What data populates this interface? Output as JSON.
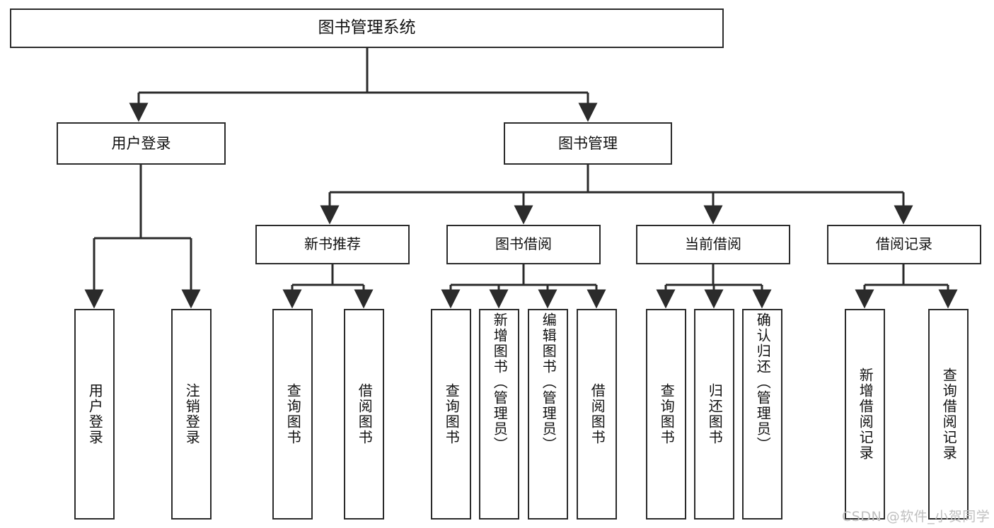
{
  "diagram": {
    "title": "图书管理系统",
    "type": "tree",
    "orientation": "top-down",
    "colors": {
      "box_stroke": "#2b2b2b",
      "box_fill": "#ffffff",
      "edge": "#2b2b2b",
      "text": "#111111",
      "watermark": "#bfbfbf"
    },
    "root": {
      "id": "root",
      "label": "图书管理系统"
    },
    "level1": [
      {
        "id": "user-login",
        "label": "用户登录"
      },
      {
        "id": "book-manage",
        "label": "图书管理"
      }
    ],
    "level2": [
      {
        "id": "new-book-rec",
        "label": "新书推荐",
        "parent": "book-manage"
      },
      {
        "id": "book-borrow",
        "label": "图书借阅",
        "parent": "book-manage"
      },
      {
        "id": "current-borrow",
        "label": "当前借阅",
        "parent": "book-manage"
      },
      {
        "id": "borrow-record",
        "label": "借阅记录",
        "parent": "book-manage"
      }
    ],
    "leaves": [
      {
        "id": "leaf-user-login",
        "label": "用户登录",
        "parent": "user-login"
      },
      {
        "id": "leaf-logout",
        "label": "注销登录",
        "parent": "user-login"
      },
      {
        "id": "leaf-query-book-1",
        "label": "查询图书",
        "parent": "new-book-rec"
      },
      {
        "id": "leaf-borrow-book-1",
        "label": "借阅图书",
        "parent": "new-book-rec"
      },
      {
        "id": "leaf-query-book-2",
        "label": "查询图书",
        "parent": "book-borrow"
      },
      {
        "id": "leaf-add-book",
        "label": "新增图书（管理员）",
        "parent": "book-borrow"
      },
      {
        "id": "leaf-edit-book",
        "label": "编辑图书（管理员）",
        "parent": "book-borrow"
      },
      {
        "id": "leaf-borrow-book-2",
        "label": "借阅图书",
        "parent": "book-borrow"
      },
      {
        "id": "leaf-query-book-3",
        "label": "查询图书",
        "parent": "current-borrow"
      },
      {
        "id": "leaf-return-book",
        "label": "归还图书",
        "parent": "current-borrow"
      },
      {
        "id": "leaf-confirm-return",
        "label": "确认归还（管理员）",
        "parent": "current-borrow"
      },
      {
        "id": "leaf-add-record",
        "label": "新增借阅记录",
        "parent": "borrow-record"
      },
      {
        "id": "leaf-query-record",
        "label": "查询借阅记录",
        "parent": "borrow-record"
      }
    ]
  },
  "watermark": {
    "text": "CSDN @软件_小贺同学"
  }
}
